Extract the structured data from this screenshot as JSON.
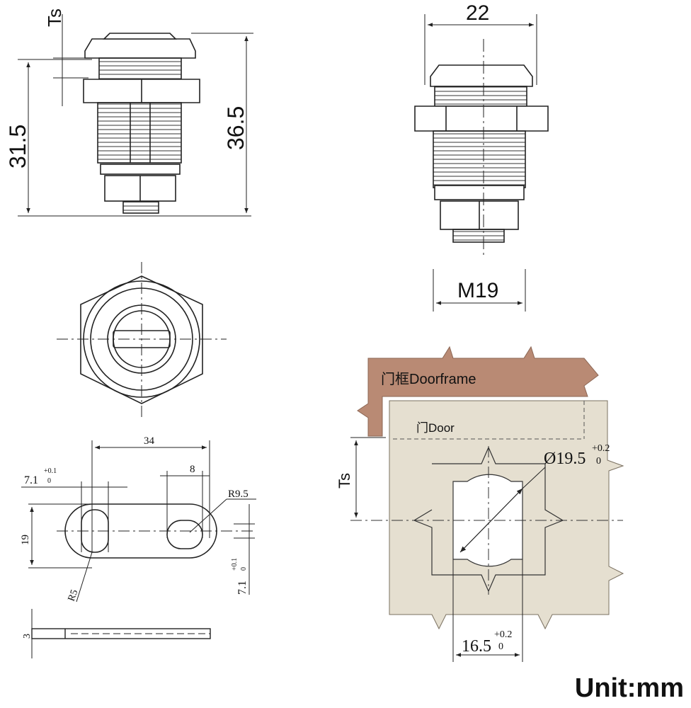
{
  "colors": {
    "line": "#222222",
    "doorframe": "#b98a74",
    "door": "#e5dfd0",
    "cutout": "#ffffff"
  },
  "top_left": {
    "ts": "Ts",
    "height_short": "31.5",
    "height_long": "36.5"
  },
  "top_right": {
    "width": "22",
    "thread": "M19"
  },
  "cam": {
    "length": "34",
    "slot_width": "8",
    "hole_width": "7.1",
    "hole_width_tol_upper": "+0.1",
    "hole_width_tol_lower": "0",
    "height": "19",
    "radius_end": "R9.5",
    "radius_slot": "R5",
    "side_offset": "7.1",
    "side_offset_tol_upper": "+0.1",
    "side_offset_tol_lower": "0",
    "thickness": "3"
  },
  "door": {
    "doorframe_label": "门框Doorframe",
    "door_label": "门Door",
    "ts": "Ts",
    "cutout_diameter": "Ø19.5",
    "cutout_diameter_tol_upper": "+0.2",
    "cutout_diameter_tol_lower": "0",
    "flat_width": "16.5",
    "flat_width_tol_upper": "+0.2",
    "flat_width_tol_lower": "0"
  },
  "unit": "Unit:mm"
}
